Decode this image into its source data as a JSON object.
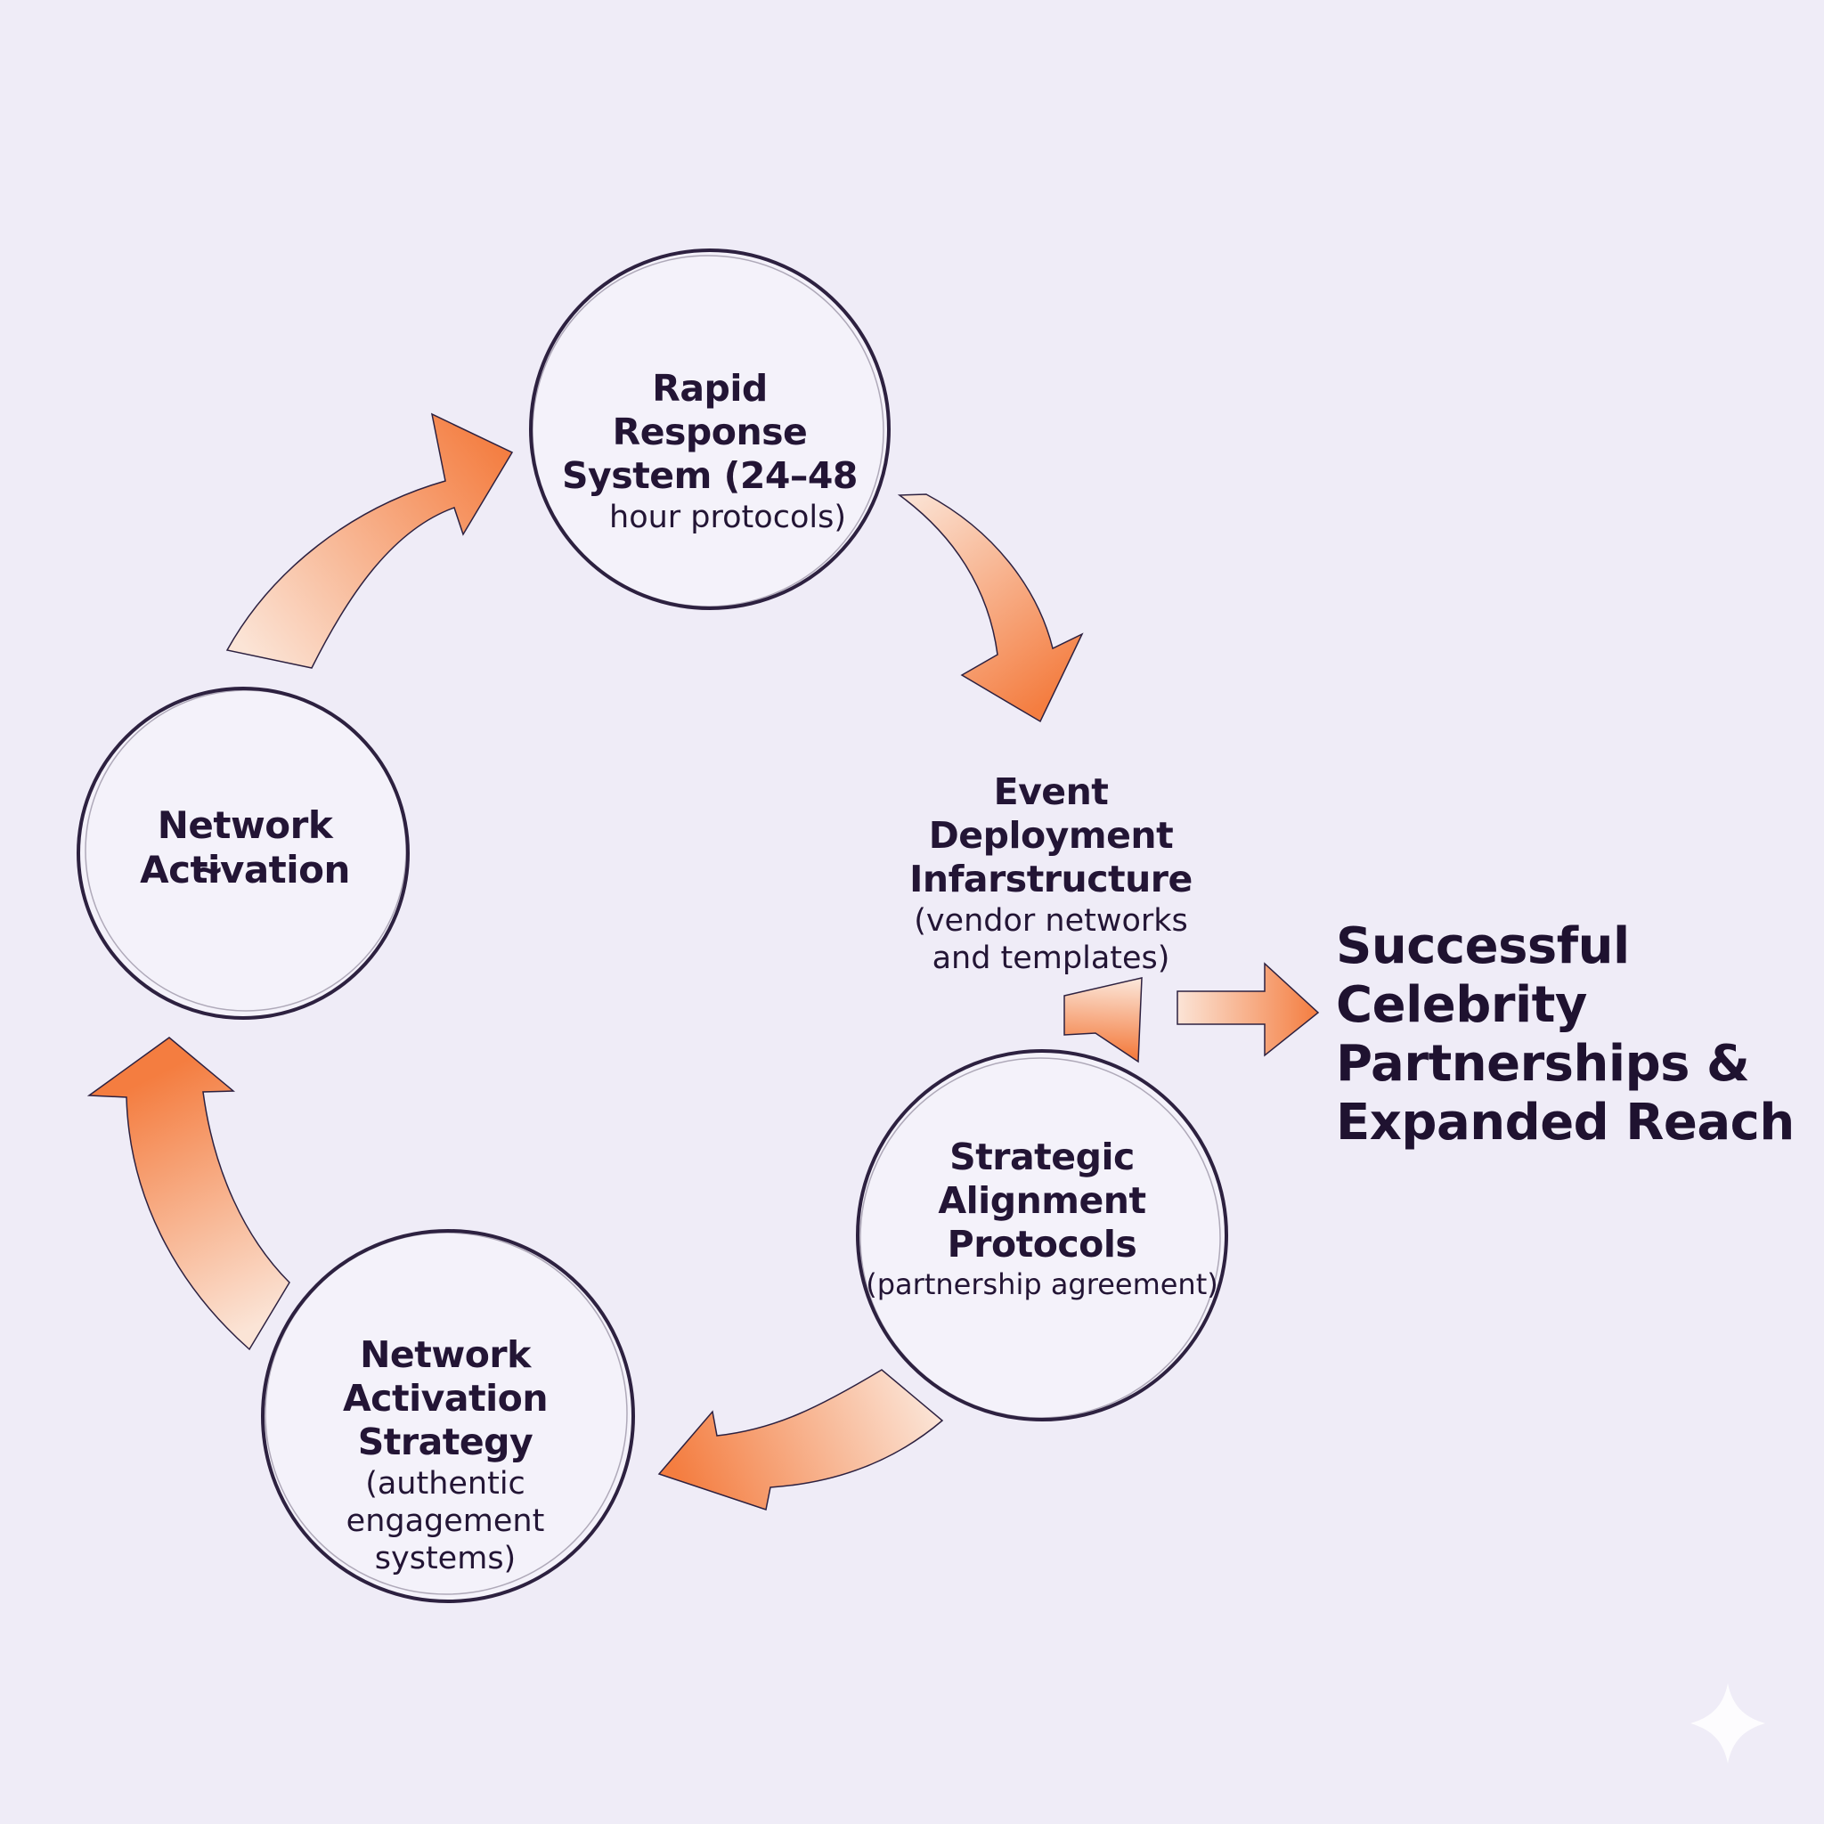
{
  "colors": {
    "background": "#efecf7",
    "outline": "#2d2140",
    "text": "#231535",
    "arrow_strong": "#f47d40",
    "arrow_light": "#fbe4d6",
    "watermark": "#ffffff"
  },
  "icons": {
    "watermark": "sparkle-icon"
  },
  "nodes": {
    "rapid_response": {
      "title_1": "Rapid Response",
      "title_2": "System (24–48",
      "sub": "hour protocols)"
    },
    "event_deployment": {
      "title_1": "Event Deployment",
      "title_2": "Infarstructure",
      "sub_1": "(vendor networks",
      "sub_2": "and templates)"
    },
    "strategic_alignment": {
      "title_1": "Strategic",
      "title_2": "Alignment",
      "title_3": "Protocols",
      "sub": "(partnership agreement)"
    },
    "network_strategy": {
      "title_1": "Network Activation",
      "title_2": "Strategy",
      "sub_1": "(authentic engagement",
      "sub_2": "systems)"
    },
    "network_activation": {
      "title_1": "Network",
      "title_2": "Acti̴vation"
    }
  },
  "outcome": {
    "line_1": "Successful Celebrity",
    "line_2": "Partnerships &",
    "line_3": "Expanded Reach"
  }
}
